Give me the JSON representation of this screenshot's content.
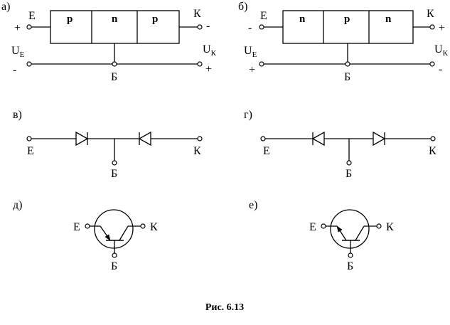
{
  "labels": {
    "a": "а)",
    "b": "б)",
    "v": "в)",
    "g": "г)",
    "d": "д)",
    "e": "е)",
    "emitter": "Е",
    "collector": "К",
    "base": "Б",
    "u": "U",
    "u_e_sub": "Е",
    "u_k_sub": "К",
    "plus": "+",
    "minus": "-",
    "p": "p",
    "n": "n",
    "caption": "Рис. 6.13"
  }
}
